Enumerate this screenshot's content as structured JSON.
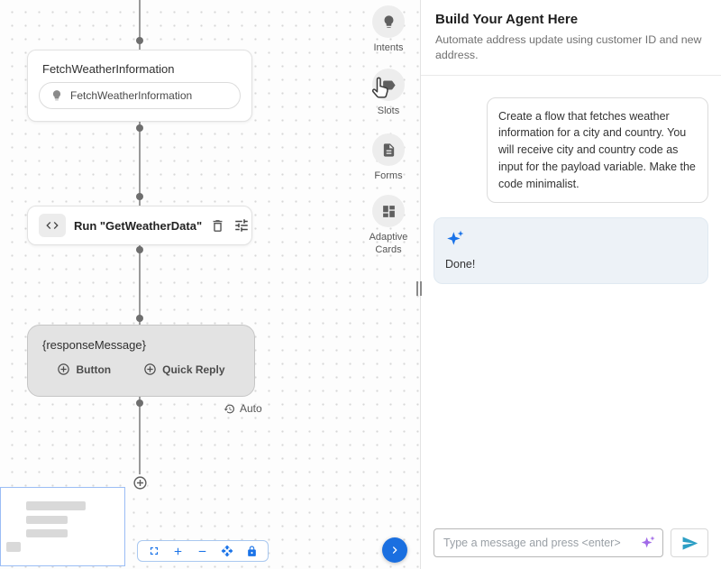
{
  "canvas": {
    "nodes": {
      "intent": {
        "title": "FetchWeatherInformation",
        "pill_label": "FetchWeatherInformation"
      },
      "script": {
        "label": "Run \"GetWeatherData\""
      },
      "message": {
        "label": "{responseMessage}",
        "add_button_label": "Button",
        "add_quick_reply_label": "Quick Reply",
        "auto_label": "Auto"
      }
    },
    "zoom_toolbar_icons": [
      "fit-screen",
      "zoom-in",
      "zoom-out",
      "pan",
      "lock"
    ]
  },
  "component_toolbar": {
    "items": [
      {
        "label": "Intents",
        "icon": "lightbulb-icon"
      },
      {
        "label": "Slots",
        "icon": "slots-icon"
      },
      {
        "label": "Forms",
        "icon": "document-icon"
      },
      {
        "label": "Adaptive Cards",
        "icon": "adaptive-cards-icon"
      }
    ]
  },
  "agent_panel": {
    "title": "Build Your Agent Here",
    "subtitle": "Automate address update using customer ID and new address.",
    "chat": {
      "user_message": "Create a flow that fetches weather information for a city and country. You will receive city and country code as input for the payload variable. Make the code minimalist.",
      "agent_message": "Done!"
    },
    "input": {
      "placeholder": "Type a message and press <enter>"
    }
  },
  "colors": {
    "accent_blue": "#1a73e8",
    "collapse_button_blue": "#1a6fe0",
    "send_icon_teal": "#2d9fc5",
    "sparkle_purple": "#a16ae8",
    "message_node_gray": "#e3e3e3",
    "agent_bubble_bg": "#edf2f7"
  }
}
